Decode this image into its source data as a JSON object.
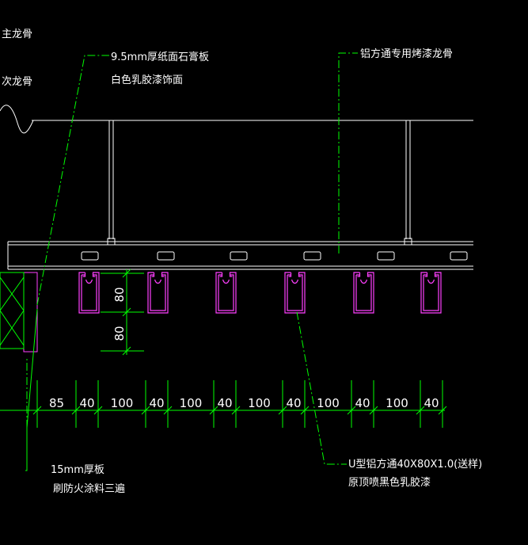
{
  "labels": {
    "main_keel": "主龙骨",
    "sub_keel": "次龙骨",
    "gypsum_line1": "9.5mm厚纸面石膏板",
    "gypsum_line2": "白色乳胶漆饰面",
    "aluminum_keel": "铝方通专用烤漆龙骨",
    "u_tube_line1": "U型铝方通40X80X1.0(送样)",
    "u_tube_line2": "原顶喷黑色乳胶漆",
    "board_line1": "15mm厚板",
    "board_line2": "刷防火涂料三遍"
  },
  "vertical_dims": [
    "80",
    "80"
  ],
  "horizontal_dims": [
    "85",
    "40",
    "100",
    "40",
    "100",
    "40",
    "100",
    "40",
    "100",
    "40",
    "100",
    "40"
  ],
  "colors": {
    "background": "#000000",
    "structure": "#ffffff",
    "leader": "#00ff00",
    "profile": "#ff40ff",
    "text": "#ffffff"
  }
}
